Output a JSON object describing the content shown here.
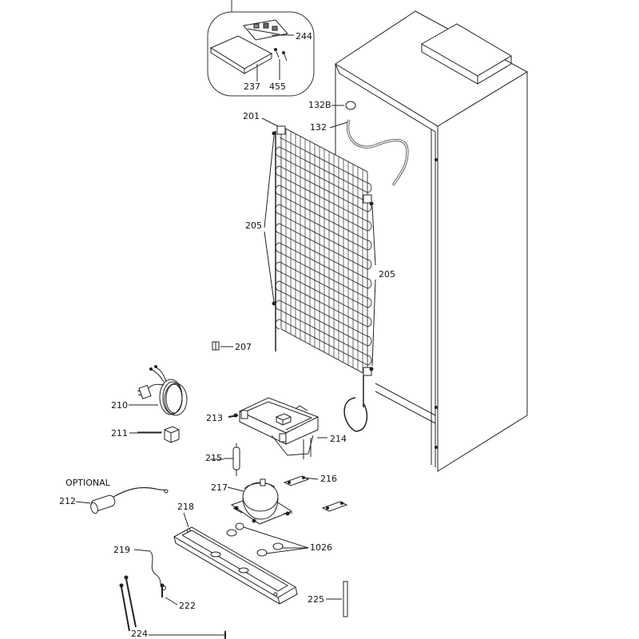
{
  "title": "",
  "callouts": [
    {
      "id": "244",
      "text": "244"
    },
    {
      "id": "237",
      "text": "237"
    },
    {
      "id": "455",
      "text": "455"
    },
    {
      "id": "132B",
      "text": "132B"
    },
    {
      "id": "201",
      "text": "201"
    },
    {
      "id": "132",
      "text": "132"
    },
    {
      "id": "205a",
      "text": "205"
    },
    {
      "id": "205b",
      "text": "205"
    },
    {
      "id": "207",
      "text": "207"
    },
    {
      "id": "210",
      "text": "210"
    },
    {
      "id": "213",
      "text": "213"
    },
    {
      "id": "214",
      "text": "214"
    },
    {
      "id": "211",
      "text": "211"
    },
    {
      "id": "215",
      "text": "215"
    },
    {
      "id": "optional",
      "text": "OPTIONAL"
    },
    {
      "id": "217",
      "text": "217"
    },
    {
      "id": "216",
      "text": "216"
    },
    {
      "id": "212",
      "text": "212"
    },
    {
      "id": "218",
      "text": "218"
    },
    {
      "id": "219",
      "text": "219"
    },
    {
      "id": "1026",
      "text": "1026"
    },
    {
      "id": "222",
      "text": "222"
    },
    {
      "id": "225",
      "text": "225"
    },
    {
      "id": "224",
      "text": "224"
    }
  ],
  "colors": {
    "line": "#222222",
    "paper": "#ffffff"
  }
}
